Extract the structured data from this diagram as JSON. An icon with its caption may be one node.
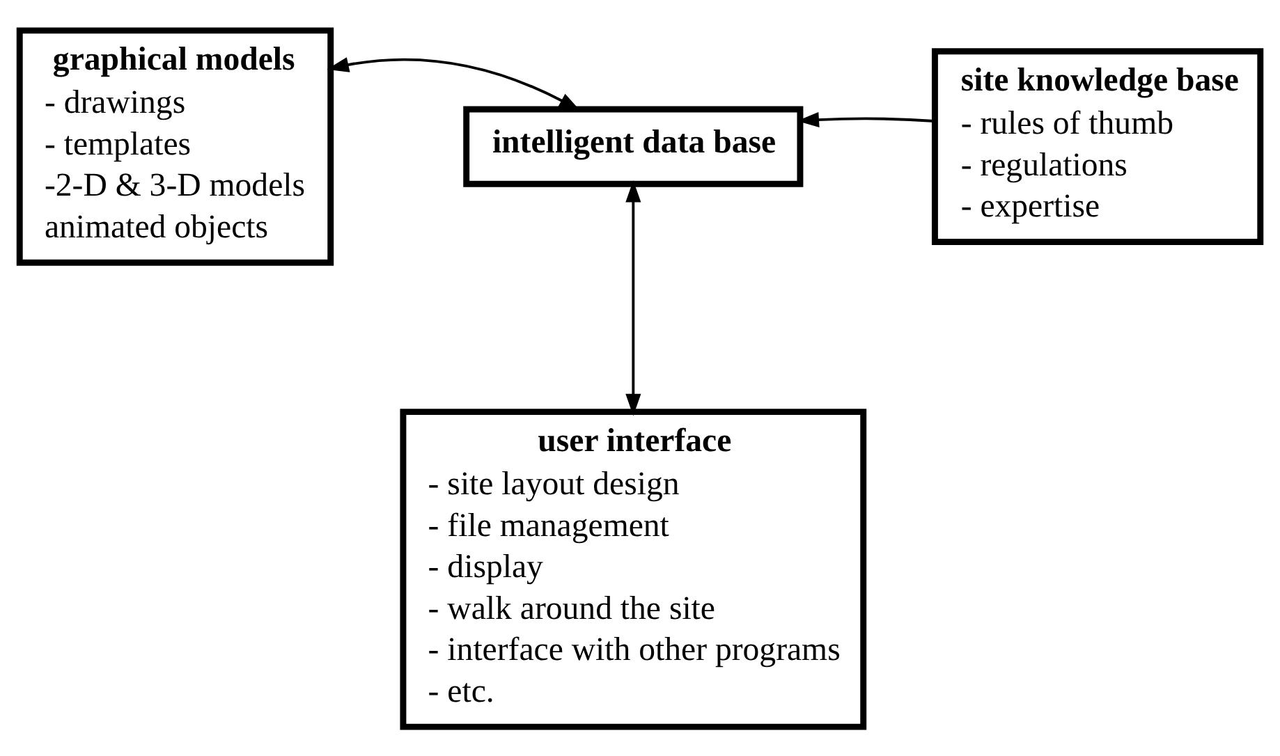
{
  "diagram": {
    "nodes": [
      {
        "text": [
          "graphical models",
          "- drawings",
          "- templates",
          "-2-D & 3-D models",
          "animated objects"
        ]
      },
      {
        "text": [
          "intelligent data base"
        ]
      },
      {
        "text": [
          "site knowledge base",
          "- rules of thumb",
          "- regulations",
          "- expertise"
        ]
      },
      {
        "text": [
          "user interface",
          "- site layout design",
          "- file management",
          "- display",
          "- walk around the site",
          "- interface with other programs",
          "- etc."
        ]
      }
    ],
    "edges": [
      {
        "from": 0,
        "to": 1,
        "arrow": "both"
      },
      {
        "from": 2,
        "to": 1,
        "arrow": "to"
      },
      {
        "from": 1,
        "to": 3,
        "arrow": "both"
      }
    ]
  }
}
